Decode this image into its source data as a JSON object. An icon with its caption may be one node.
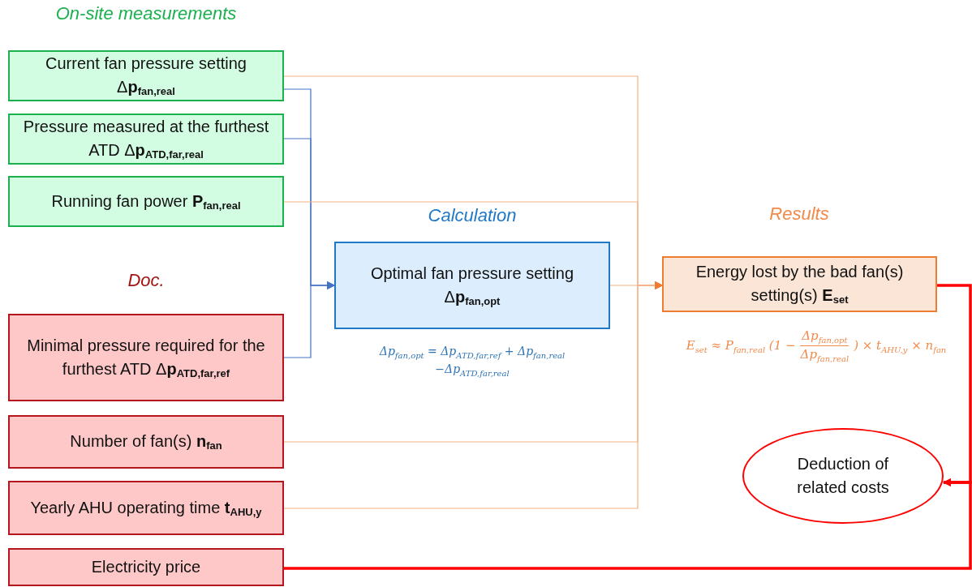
{
  "diagram": {
    "nodes": [
      {
        "text": [
          "Current fan pressure setting Δ**p**$_{fan,real}$"
        ]
      },
      {
        "text": [
          "Pressure measured at the furthest ATD Δ**p**$_{ATD,far,real}$"
        ]
      },
      {
        "text": [
          "Running fan power **P**$_{fan,real}$"
        ]
      },
      {
        "text": [
          "Minimal pressure required for the furthest ATD Δ**p**$_{ATD,far,ref}$"
        ]
      },
      {
        "text": [
          "Number of fan(s) **n**$_{fan}$"
        ]
      },
      {
        "text": [
          "Yearly AHU operating time **t**$_{AHU,y}$"
        ]
      },
      {
        "text": [
          "Electricity price"
        ]
      },
      {
        "text": [
          "Optimal fan pressure setting Δ**p**$_{fan,opt}$"
        ],
        "beside": [
          "Δp$_{fan,opt}$ = Δp$_{ATD,far,ref}$ + Δp$_{fan,real}$ −Δp$_{ATD,far,real}$"
        ]
      },
      {
        "text": [
          "Energy lost by the bad fan(s) setting(s) **E**$_{set}$"
        ],
        "beside": [
          "E$_{set}$ ≈ P$_{fan,real}$ (1 −",
          "Δp$_{fan,opt}$",
          "Δp$_{fan,real}$",
          ") × t$_{AHU,y}$ × n$_{fan}$"
        ]
      },
      {
        "text": [
          "Deduction of related costs"
        ]
      }
    ],
    "edges": [
      {
        "from": 0,
        "to": 7,
        "arrow": "to",
        "color": "#4472c4"
      },
      {
        "from": 1,
        "to": 7,
        "arrow": "to",
        "color": "#4472c4"
      },
      {
        "from": 3,
        "to": 7,
        "arrow": "to",
        "color": "#4472c4"
      },
      {
        "from": 0,
        "to": 8,
        "arrow": "to"
      },
      {
        "from": 2,
        "to": 8,
        "arrow": "to"
      },
      {
        "from": 4,
        "to": 8,
        "arrow": "to"
      },
      {
        "from": 5,
        "to": 8,
        "arrow": "to"
      },
      {
        "from": 7,
        "to": 8,
        "arrow": "to"
      },
      {
        "from": 8,
        "to": 9,
        "arrow": "to",
        "style": "thick",
        "color": "#ff0000"
      },
      {
        "from": 6,
        "to": 9,
        "arrow": "to",
        "style": "thick",
        "color": "#ff0000"
      }
    ],
    "labels": [
      "On-site measurements",
      "Doc.",
      "Calculation",
      "Results"
    ]
  }
}
